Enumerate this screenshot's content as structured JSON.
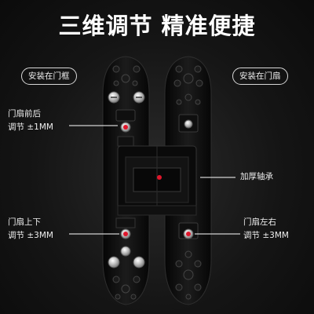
{
  "headline": "三维调节 精准便捷",
  "labels": {
    "install_frame": "安装在门框",
    "install_leaf": "安装在门扇",
    "front_back_title": "门扇前后",
    "front_back_range": "调节 ±1MM",
    "bearing": "加厚轴承",
    "up_down_title": "门扇上下",
    "up_down_range": "调节 ±3MM",
    "left_right_title": "门扇左右",
    "left_right_range": "调节 ±3MM"
  },
  "colors": {
    "background": "#151515",
    "hinge_body": "#0c0c0c",
    "accent_red": "#e0162b",
    "screw_silver": "#c9c9c9"
  }
}
